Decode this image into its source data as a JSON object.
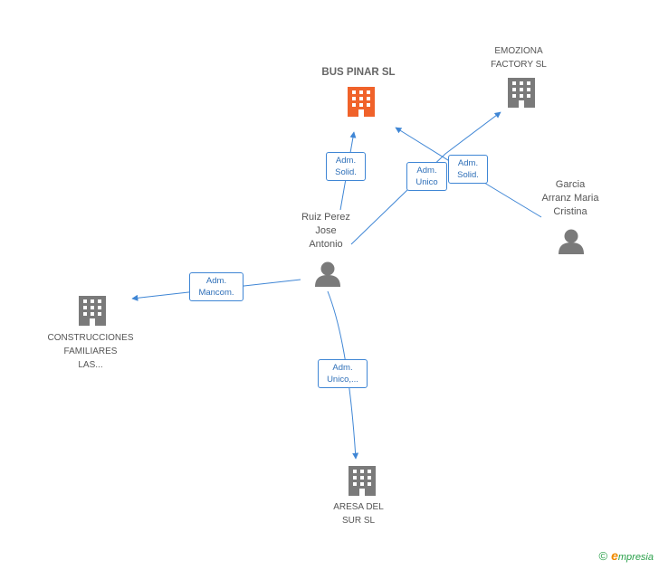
{
  "colors": {
    "edge": "#3f86d5",
    "focus_company": "#f0622a",
    "node_gray": "#7a7a7a"
  },
  "nodes": {
    "bus_pinar": {
      "label": "BUS PINAR SL",
      "icon": "building-icon"
    },
    "emoziona": {
      "label": "EMOZIONA\nFACTORY  SL",
      "icon": "building-icon"
    },
    "garcia": {
      "label": "Garcia\nArranz Maria\nCristina",
      "icon": "person-icon"
    },
    "ruiz": {
      "label": "Ruiz Perez\nJose\nAntonio",
      "icon": "person-icon"
    },
    "construcciones": {
      "label": "CONSTRUCCIONES\nFAMILIARES\nLAS...",
      "icon": "building-icon"
    },
    "aresa": {
      "label": "ARESA DEL\nSUR  SL",
      "icon": "building-icon"
    }
  },
  "relations": {
    "ruiz_bus": "Adm.\nSolid.",
    "ruiz_emoziona": "Adm.\nUnico",
    "garcia_bus": "Adm.\nSolid.",
    "ruiz_construcciones": "Adm.\nMancom.",
    "ruiz_aresa": "Adm.\nUnico,..."
  },
  "footer": {
    "copyright": "©",
    "brand_initial": "e",
    "brand_rest": "mpresia"
  }
}
